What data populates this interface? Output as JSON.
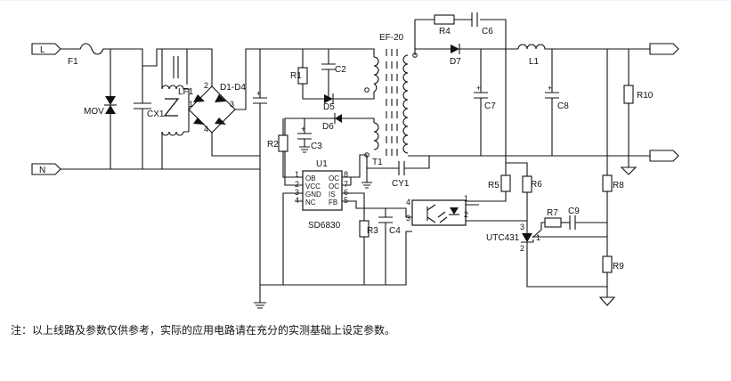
{
  "terminals": {
    "line": "L",
    "neutral": "N"
  },
  "parts": {
    "fuse": "F1",
    "varistor": "MOV",
    "xcap": "CX1",
    "filter": "LF1",
    "bridge": "D1-D4",
    "r1": "R1",
    "c2": "C2",
    "d5": "D5",
    "d6": "D6",
    "c3": "C3",
    "r2": "R2",
    "ic": "U1",
    "ic_model": "SD6830",
    "transformer": "T1",
    "core": "EF-20",
    "r3": "R3",
    "c4": "C4",
    "cy1": "CY1",
    "r4": "R4",
    "c6": "C6",
    "d7": "D7",
    "c7": "C7",
    "c8": "C8",
    "l1": "L1",
    "r10": "R10",
    "r5": "R5",
    "r6": "R6",
    "r7": "R7",
    "c9": "C9",
    "r8": "R8",
    "r9": "R9",
    "regulator": "UTC431"
  },
  "ic_pins": {
    "left": [
      {
        "num": "1",
        "name": "OB"
      },
      {
        "num": "2",
        "name": "VCC"
      },
      {
        "num": "3",
        "name": "GND"
      },
      {
        "num": "4",
        "name": "NC"
      }
    ],
    "right": [
      {
        "num": "8",
        "name": "OC"
      },
      {
        "num": "7",
        "name": "OC"
      },
      {
        "num": "6",
        "name": "IS"
      },
      {
        "num": "5",
        "name": "FB"
      }
    ]
  },
  "bridge_pins": [
    "1",
    "2",
    "3",
    "4"
  ],
  "opto_pins": [
    "4",
    "3",
    "1",
    "2"
  ],
  "reg_pins": [
    "3",
    "1",
    "2"
  ],
  "note": "注：以上线路及参数仅供参考，实际的应用电路请在充分的实测基础上设定参数。",
  "colors": {
    "ink": "#111111",
    "paper": "#ffffff"
  }
}
